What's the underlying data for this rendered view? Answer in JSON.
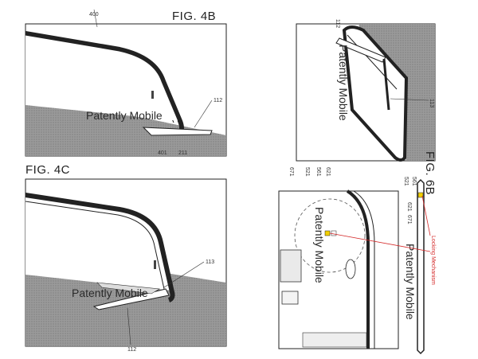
{
  "figures": {
    "fig4b": {
      "label": "FIG. 4B",
      "watermark": "Patently Mobile",
      "refs": {
        "r400": "400",
        "r112": "112",
        "r401": "401",
        "r211": "211"
      }
    },
    "fig4c": {
      "label": "FIG. 4C",
      "watermark": "Patently Mobile",
      "refs": {
        "r113": "113",
        "r112": "112"
      }
    },
    "fig6a_top": {
      "watermark": "Patently Mobile",
      "refs": {
        "r112": "112",
        "r113": "113"
      }
    },
    "fig6b": {
      "label": "FIG. 6B",
      "watermark_left": "Patently Mobile",
      "watermark_right": "Patently Mobile",
      "callout": "Locking Mechanism",
      "refs_left": [
        "671",
        "521",
        "561",
        "621"
      ],
      "refs_right": [
        "521",
        "561",
        "621",
        "671"
      ]
    }
  },
  "colors": {
    "callout": "#d42a2a",
    "hatch": "#8a8a8a"
  }
}
